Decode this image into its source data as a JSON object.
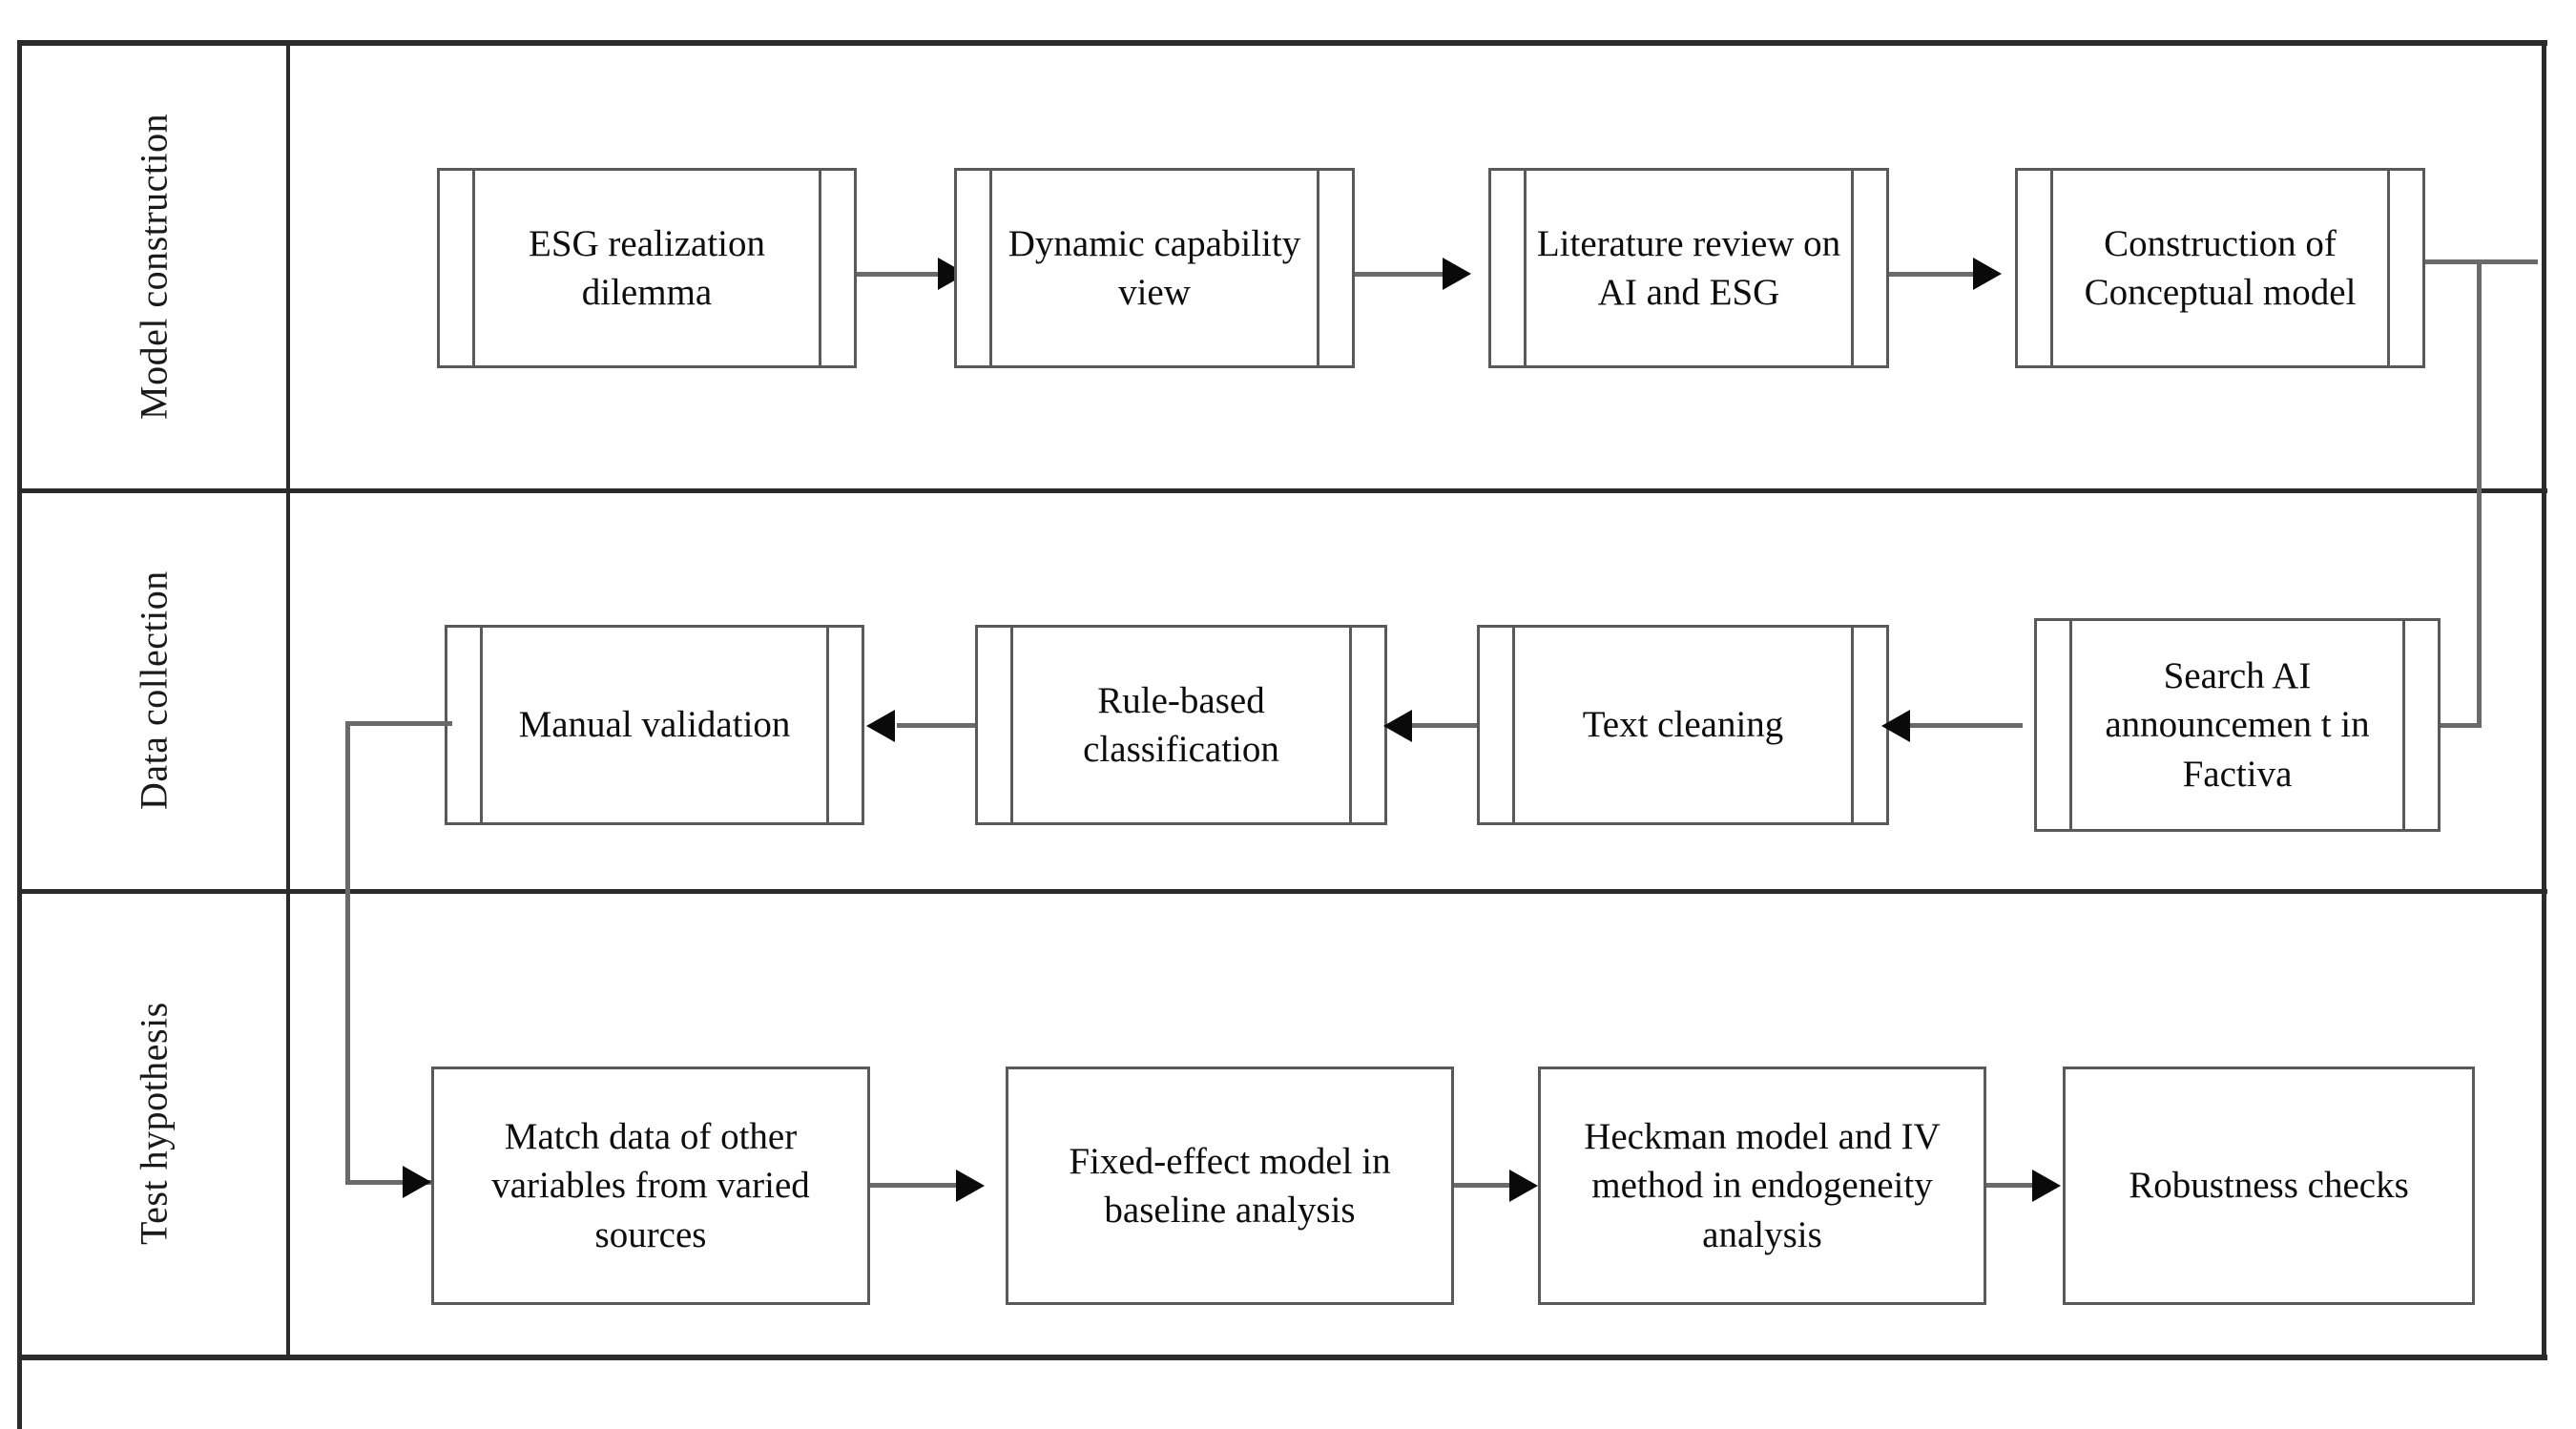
{
  "figure": {
    "type": "flowchart",
    "orientation": "horizontal-swimlanes",
    "lane_count": 3
  },
  "lanes": [
    {
      "id": "model-construction",
      "label": "Model construction"
    },
    {
      "id": "data-collection",
      "label": "Data collection"
    },
    {
      "id": "test-hypothesis",
      "label": "Test hypothesis"
    }
  ],
  "nodes": {
    "row1": [
      {
        "id": "esg-dilemma",
        "shape": "predefined-process",
        "label": "ESG realization dilemma"
      },
      {
        "id": "dynamic-capability",
        "shape": "predefined-process",
        "label": "Dynamic capability view"
      },
      {
        "id": "literature-review",
        "shape": "predefined-process",
        "label": "Literature review on AI and ESG"
      },
      {
        "id": "conceptual-model",
        "shape": "predefined-process",
        "label": "Construction of Conceptual model"
      }
    ],
    "row2": [
      {
        "id": "manual-validation",
        "shape": "predefined-process",
        "label": "Manual validation"
      },
      {
        "id": "rule-based-classification",
        "shape": "predefined-process",
        "label": "Rule-based classification"
      },
      {
        "id": "text-cleaning",
        "shape": "predefined-process",
        "label": "Text cleaning"
      },
      {
        "id": "search-ai-factiva",
        "shape": "predefined-process",
        "label": "Search AI announcemen t in Factiva"
      }
    ],
    "row3": [
      {
        "id": "match-data",
        "shape": "rectangle",
        "label": "Match data of other variables from varied sources"
      },
      {
        "id": "fixed-effect",
        "shape": "rectangle",
        "label": "Fixed-effect model in baseline analysis"
      },
      {
        "id": "heckman-iv",
        "shape": "rectangle",
        "label": "Heckman model and IV method in endogeneity analysis"
      },
      {
        "id": "robustness-checks",
        "shape": "rectangle",
        "label": "Robustness checks"
      }
    ]
  },
  "edges": [
    {
      "id": "e1",
      "from": "esg-dilemma",
      "to": "dynamic-capability",
      "direction": "right"
    },
    {
      "id": "e2",
      "from": "dynamic-capability",
      "to": "literature-review",
      "direction": "right"
    },
    {
      "id": "e3",
      "from": "literature-review",
      "to": "conceptual-model",
      "direction": "right"
    },
    {
      "id": "e4",
      "from": "conceptual-model",
      "to": "search-ai-factiva",
      "direction": "right-down-left"
    },
    {
      "id": "e5",
      "from": "search-ai-factiva",
      "to": "text-cleaning",
      "direction": "left"
    },
    {
      "id": "e6",
      "from": "text-cleaning",
      "to": "rule-based-classification",
      "direction": "left"
    },
    {
      "id": "e7",
      "from": "rule-based-classification",
      "to": "manual-validation",
      "direction": "left"
    },
    {
      "id": "e8",
      "from": "manual-validation",
      "to": "match-data",
      "direction": "left-down-right"
    },
    {
      "id": "e9",
      "from": "match-data",
      "to": "fixed-effect",
      "direction": "right"
    },
    {
      "id": "e10",
      "from": "fixed-effect",
      "to": "heckman-iv",
      "direction": "right"
    },
    {
      "id": "e11",
      "from": "heckman-iv",
      "to": "robustness-checks",
      "direction": "right"
    }
  ],
  "colors": {
    "frame": "#2b2b2b",
    "node_border": "#595959",
    "connector": "#6a6a6a",
    "arrowhead": "#0a0a0a",
    "background": "#ffffff",
    "text": "#0d0d0d"
  }
}
